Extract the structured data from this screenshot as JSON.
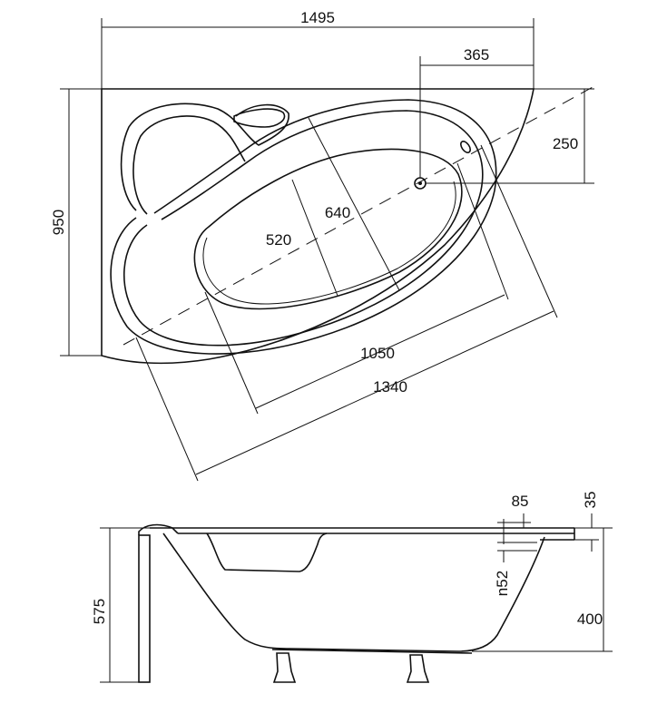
{
  "diagram": {
    "top_view": {
      "overall_width": "1495",
      "drain_offset_x": "365",
      "drain_offset_y": "250",
      "overall_depth": "950",
      "inner_width": "640",
      "basin_width": "520",
      "basin_length": "1050",
      "overall_length": "1340"
    },
    "side_view": {
      "overflow_width": "85",
      "rim_thickness": "35",
      "overflow_diameter": "n52",
      "total_height": "575",
      "depth": "400"
    }
  }
}
